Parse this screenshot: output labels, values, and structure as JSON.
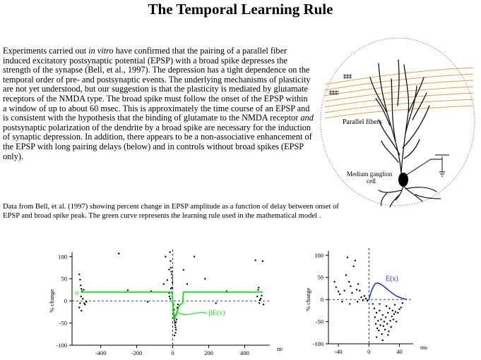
{
  "title": "The Temporal Learning Rule",
  "paragraph": [
    {
      "t": "Experiments carried out "
    },
    {
      "t": "in vitro",
      "em": true
    },
    {
      "t": " have confirmed that the pairing of a parallel fiber induced excitatory postsynaptic potential (EPSP) with a broad spike depresses the strength of the synapse (Bell, et al., 1997).  The depression has a tight dependence on the temporal order of pre- and postsynaptic events.  The underlying mechanisms of plasticity are not yet understood, but our suggestion is that the plasticity is mediated by glutamate receptors of the NMDA type.  The broad spike must follow the onset of the EPSP within a window of up to about 60 msec.  This is approximately the time course of an EPSP and is consistent with the hypothesis that the binding of glutamate to the NMDA receptor "
    },
    {
      "t": "and",
      "em": true
    },
    {
      "t": " postsynaptic polarization of the dendrite by a broad spike are necessary for the induction of synaptic depression. In addition, there appears to be a non-associative enhancement of the EPSP with long pairing delays (below) and in controls without broad spikes (EPSP only)."
    }
  ],
  "caption": "Data from Bell, et al. (1997) showing percent change in EPSP amplitude as a function of delay between onset of EPSP and broad spike peak.  The green curve represents the learning rule used in the mathematical model .",
  "neuron_figure": {
    "parallel_fibers_label": "Parallel fibers",
    "cell_label_line1": "Medium ganglion",
    "cell_label_line2": "cell",
    "fiber_color": "#e0a040"
  },
  "colors": {
    "green": "#22dd22",
    "blue": "#1a2fd6"
  },
  "chart_data": [
    {
      "type": "scatter",
      "xlabel": "ms",
      "ylabel": "% change",
      "xlim": [
        -560,
        540
      ],
      "ylim": [
        -100,
        110
      ],
      "xticks": [
        "-400",
        "-200",
        "0",
        "200",
        "400"
      ],
      "xtick_values": [
        -400,
        -200,
        0,
        200,
        400
      ],
      "yticks": [
        "100",
        "50",
        "0",
        "-50",
        "-100"
      ],
      "ytick_values": [
        100,
        50,
        0,
        -50,
        -100
      ],
      "learning_rule": {
        "alpha_label": "α",
        "beta_label": "βE(x)",
        "points": [
          [
            -510,
            20
          ],
          [
            -5,
            20
          ],
          [
            0,
            0
          ],
          [
            5,
            -30
          ],
          [
            12,
            -40
          ],
          [
            20,
            -28
          ],
          [
            35,
            -12
          ],
          [
            55,
            -4
          ],
          [
            60,
            20
          ],
          [
            500,
            20
          ]
        ]
      },
      "points": [
        [
          -520,
          60
        ],
        [
          -515,
          48
        ],
        [
          -512,
          35
        ],
        [
          -508,
          27
        ],
        [
          -505,
          22
        ],
        [
          -510,
          10
        ],
        [
          -515,
          -5
        ],
        [
          -520,
          -15
        ],
        [
          -508,
          -22
        ],
        [
          -500,
          5
        ],
        [
          -495,
          25
        ],
        [
          -492,
          -5
        ],
        [
          -488,
          -8
        ],
        [
          -480,
          -2
        ],
        [
          -300,
          107
        ],
        [
          -260,
          20
        ],
        [
          -250,
          24
        ],
        [
          -140,
          -2
        ],
        [
          -120,
          22
        ],
        [
          -50,
          38
        ],
        [
          -40,
          100
        ],
        [
          -30,
          47
        ],
        [
          -20,
          71
        ],
        [
          -15,
          110
        ],
        [
          -12,
          90
        ],
        [
          -10,
          75
        ],
        [
          -8,
          66
        ],
        [
          -6,
          60
        ],
        [
          -4,
          52
        ],
        [
          -2,
          42
        ],
        [
          -20,
          18
        ],
        [
          -18,
          10
        ],
        [
          -14,
          5
        ],
        [
          -10,
          28
        ],
        [
          -6,
          20
        ],
        [
          -3,
          30
        ],
        [
          1,
          -5
        ],
        [
          2,
          -12
        ],
        [
          3,
          -20
        ],
        [
          4,
          -25
        ],
        [
          5,
          -28
        ],
        [
          6,
          -35
        ],
        [
          8,
          -40
        ],
        [
          10,
          -45
        ],
        [
          12,
          -50
        ],
        [
          14,
          -55
        ],
        [
          16,
          -60
        ],
        [
          18,
          -65
        ],
        [
          20,
          -30
        ],
        [
          22,
          -42
        ],
        [
          24,
          -25
        ],
        [
          26,
          -15
        ],
        [
          15,
          -72
        ],
        [
          10,
          -78
        ],
        [
          8,
          -20
        ],
        [
          4,
          -8
        ],
        [
          28,
          -18
        ],
        [
          30,
          -8
        ],
        [
          12,
          -33
        ],
        [
          18,
          -48
        ],
        [
          60,
          70
        ],
        [
          80,
          38
        ],
        [
          120,
          100
        ],
        [
          180,
          50
        ],
        [
          240,
          -5
        ],
        [
          300,
          22
        ],
        [
          460,
          92
        ],
        [
          470,
          10
        ],
        [
          475,
          25
        ],
        [
          478,
          30
        ],
        [
          482,
          -5
        ],
        [
          485,
          2
        ],
        [
          490,
          5
        ],
        [
          495,
          12
        ],
        [
          500,
          90
        ],
        [
          505,
          -8
        ]
      ]
    },
    {
      "type": "scatter",
      "xlabel": "ms",
      "ylabel": "% change",
      "xlim": [
        -53,
        58
      ],
      "ylim": [
        -100,
        110
      ],
      "xticks": [
        "-40",
        "0",
        "40"
      ],
      "xtick_values": [
        -40,
        0,
        40
      ],
      "yticks": [
        "100",
        "50",
        "0",
        "-50",
        "-100"
      ],
      "ytick_values": [
        100,
        50,
        0,
        -50,
        -100
      ],
      "E_curve": {
        "label": "E(x)",
        "points": [
          [
            0,
            0
          ],
          [
            2,
            12
          ],
          [
            4,
            22
          ],
          [
            6,
            30
          ],
          [
            8,
            35
          ],
          [
            10,
            37
          ],
          [
            12,
            37
          ],
          [
            16,
            34
          ],
          [
            20,
            29
          ],
          [
            25,
            22
          ],
          [
            30,
            15
          ],
          [
            35,
            9
          ],
          [
            40,
            5
          ],
          [
            45,
            2
          ],
          [
            50,
            0
          ]
        ]
      },
      "points": [
        [
          -45,
          40
        ],
        [
          -43,
          28
        ],
        [
          -40,
          18
        ],
        [
          -38,
          12
        ],
        [
          -35,
          -5
        ],
        [
          -32,
          20
        ],
        [
          -30,
          55
        ],
        [
          -28,
          95
        ],
        [
          -26,
          40
        ],
        [
          -24,
          30
        ],
        [
          -22,
          15
        ],
        [
          -20,
          75
        ],
        [
          -18,
          88
        ],
        [
          -16,
          22
        ],
        [
          -14,
          35
        ],
        [
          -12,
          20
        ],
        [
          -10,
          5
        ],
        [
          -8,
          -2
        ],
        [
          -6,
          8
        ],
        [
          -4,
          2
        ],
        [
          -2,
          -3
        ],
        [
          -25,
          -10
        ],
        [
          -15,
          -5
        ],
        [
          5,
          -10
        ],
        [
          7,
          -20
        ],
        [
          8,
          -40
        ],
        [
          9,
          -55
        ],
        [
          10,
          -30
        ],
        [
          11,
          -65
        ],
        [
          12,
          -48
        ],
        [
          13,
          -70
        ],
        [
          14,
          -25
        ],
        [
          15,
          -58
        ],
        [
          16,
          -45
        ],
        [
          17,
          -78
        ],
        [
          18,
          -35
        ],
        [
          19,
          -60
        ],
        [
          20,
          -50
        ],
        [
          21,
          -68
        ],
        [
          22,
          -40
        ],
        [
          23,
          -15
        ],
        [
          24,
          -55
        ],
        [
          25,
          -30
        ],
        [
          26,
          -72
        ],
        [
          27,
          -20
        ],
        [
          28,
          -48
        ],
        [
          29,
          -62
        ],
        [
          30,
          -38
        ],
        [
          31,
          -25
        ],
        [
          32,
          -45
        ],
        [
          33,
          -33
        ],
        [
          34,
          -12
        ],
        [
          35,
          -28
        ],
        [
          36,
          -50
        ],
        [
          38,
          -30
        ],
        [
          40,
          -22
        ],
        [
          42,
          -18
        ],
        [
          44,
          -8
        ],
        [
          10,
          -85
        ],
        [
          18,
          -92
        ],
        [
          25,
          -80
        ],
        [
          14,
          -10
        ]
      ]
    }
  ]
}
